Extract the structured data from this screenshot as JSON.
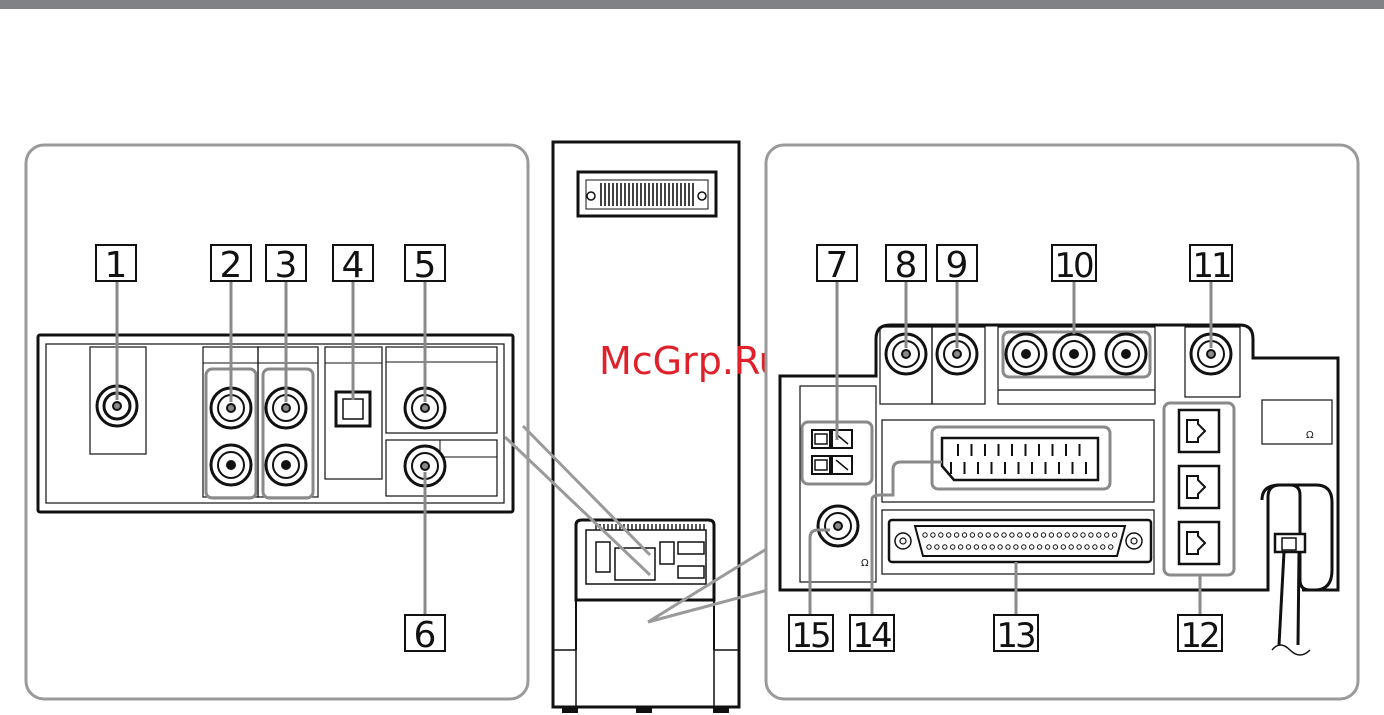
{
  "watermark": "McGrp.Ru",
  "callouts": {
    "c1": "1",
    "c2": "2",
    "c3": "3",
    "c4": "4",
    "c5": "5",
    "c6": "6",
    "c7": "7",
    "c8": "8",
    "c9": "9",
    "c10": "10",
    "c11": "11",
    "c12": "12",
    "c13": "13",
    "c14": "14",
    "c15": "15"
  },
  "ohm_symbol": "Ω",
  "colors": {
    "outline": "#111111",
    "panel_border": "#9a9a9a",
    "leader": "#8a8a8a",
    "watermark": "#e0202a",
    "top_rule": "#808285"
  }
}
